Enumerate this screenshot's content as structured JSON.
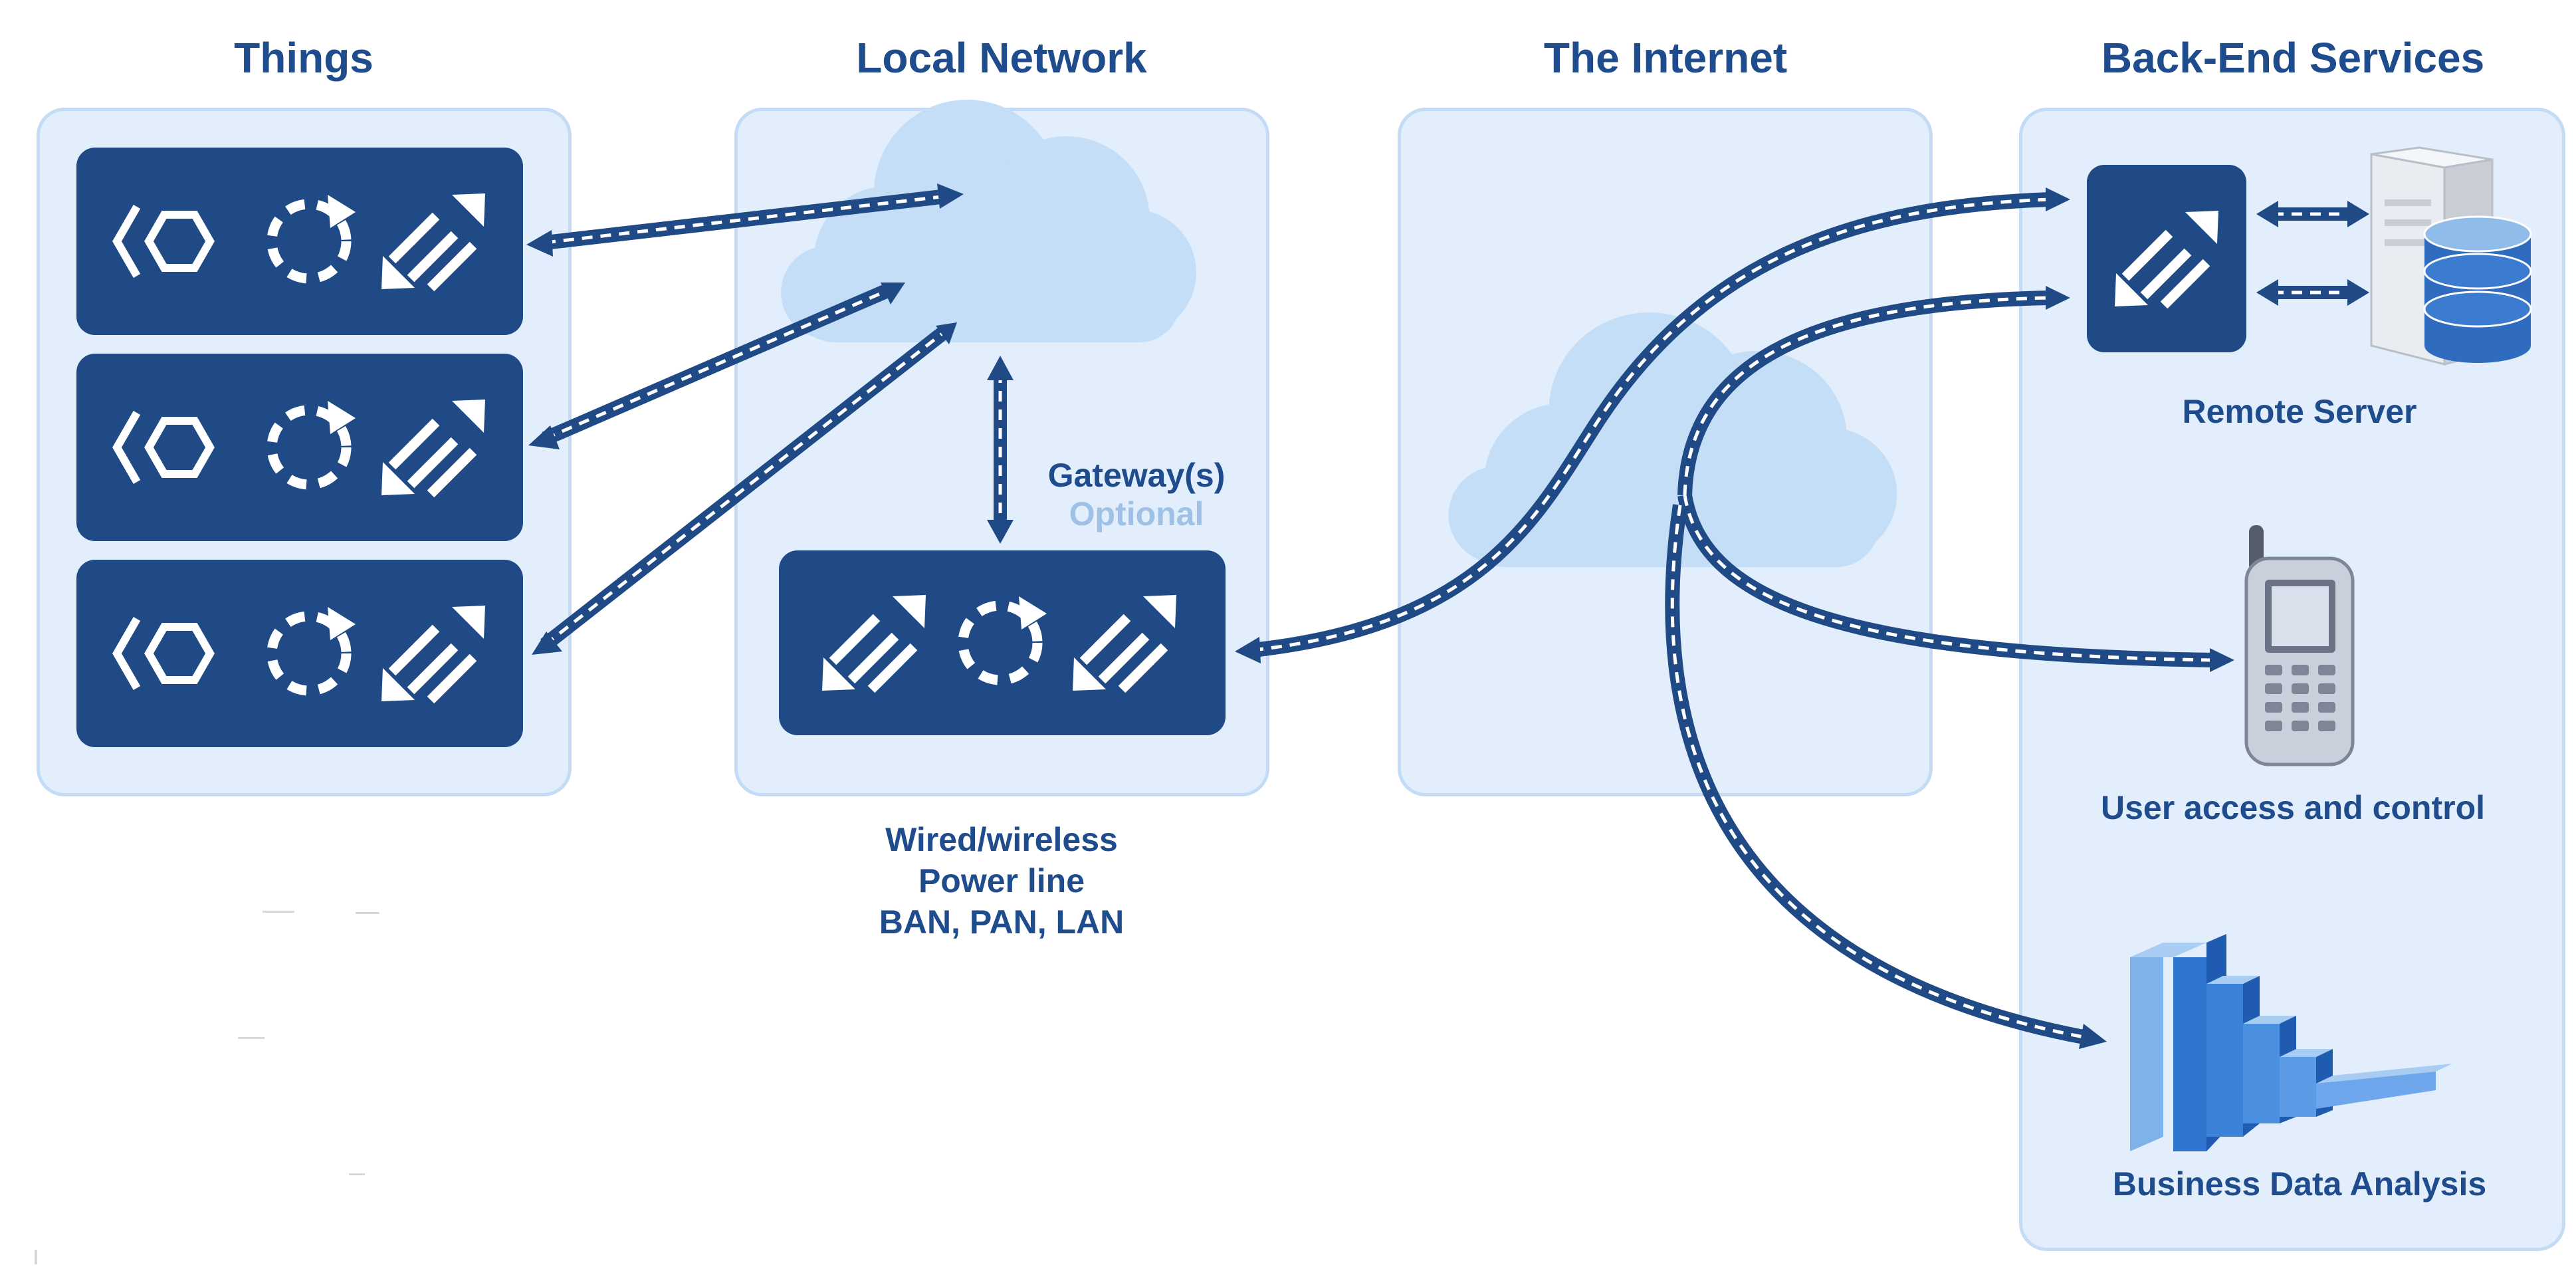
{
  "headers": {
    "things": "Things",
    "local_network": "Local Network",
    "internet": "The Internet",
    "backend": "Back-End Services"
  },
  "labels": {
    "gateway": "Gateway(s)",
    "optional": "Optional",
    "network_types": [
      "Wired/wireless",
      "Power line",
      "BAN, PAN, LAN"
    ],
    "remote_server": "Remote Server",
    "user_access": "User access and control",
    "business_data": "Business Data Analysis"
  },
  "colors": {
    "panel_fill": "#e2eefc",
    "panel_border": "#c3dbf4",
    "device_fill": "#1f4a86",
    "text": "#1f4c8c",
    "text_light": "#9fc1e6",
    "cloud": "#c5def7",
    "arrow": "#1f4a86"
  },
  "icons": {
    "thing_device": [
      "sensor-hexagon-icon",
      "processing-cycle-icon",
      "communication-arrows-icon"
    ],
    "gateway_device": [
      "communication-arrows-icon",
      "processing-cycle-icon",
      "communication-arrows-icon"
    ],
    "remote_server": [
      "communication-arrows-icon",
      "server-tower-icon",
      "database-icon"
    ],
    "user_access": "mobile-phone-icon",
    "business_data": "bar-chart-icon"
  }
}
